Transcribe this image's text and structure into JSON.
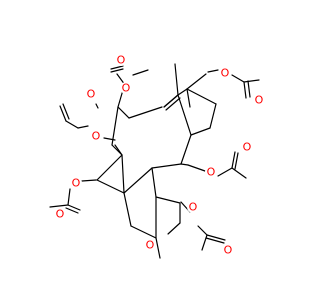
{
  "molecule": {
    "colors": {
      "bond": "#000000",
      "oxygen": "#ff0000",
      "background": "#ffffff"
    },
    "atom_labels": [
      {
        "id": "o-acetyl-top-carbonyl",
        "text": "O"
      },
      {
        "id": "o-acetyl-top-ester",
        "text": "O"
      },
      {
        "id": "o-acetyl-topright-ester",
        "text": "O"
      },
      {
        "id": "o-acetyl-topright-carbonyl",
        "text": "O"
      },
      {
        "id": "o-acetyl-left-carbonyl",
        "text": "O"
      },
      {
        "id": "o-acetyl-left-ester",
        "text": "O"
      },
      {
        "id": "o-acetyl-right-ester",
        "text": "O"
      },
      {
        "id": "o-acetyl-right-carbonyl",
        "text": "O"
      },
      {
        "id": "o-acetyl-lowerleft-ester",
        "text": "O"
      },
      {
        "id": "o-acetyl-lowerleft-carbonyl",
        "text": "O"
      },
      {
        "id": "o-acetyl-bottom-ester",
        "text": "O"
      },
      {
        "id": "o-acetyl-bottom-carbonyl",
        "text": "O"
      },
      {
        "id": "o-oxetane",
        "text": "O"
      }
    ]
  }
}
